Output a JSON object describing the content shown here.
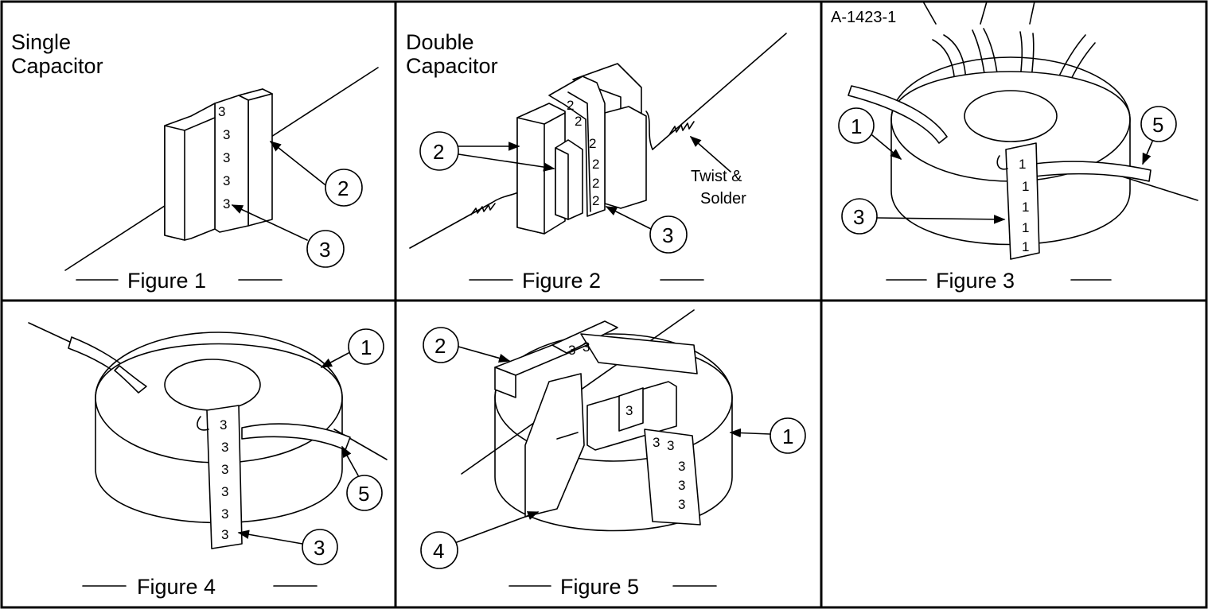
{
  "drawing_no": "A-1423-1",
  "panels": [
    {
      "figure": "Figure 1",
      "heading_line1": "Single",
      "heading_line2": "Capacitor",
      "callouts": [
        "2",
        "3"
      ],
      "band_marks": "3"
    },
    {
      "figure": "Figure 2",
      "heading_line1": "Double",
      "heading_line2": "Capacitor",
      "callouts": [
        "2",
        "3"
      ],
      "band_marks": "2",
      "note_line1": "Twist &",
      "note_line2": "Solder"
    },
    {
      "figure": "Figure 3",
      "callouts": [
        "1",
        "3",
        "5"
      ],
      "band_marks": "1"
    },
    {
      "figure": "Figure 4",
      "callouts": [
        "1",
        "3",
        "5"
      ],
      "band_marks": "3"
    },
    {
      "figure": "Figure 5",
      "callouts": [
        "1",
        "2",
        "4"
      ],
      "band_marks": "3"
    }
  ]
}
